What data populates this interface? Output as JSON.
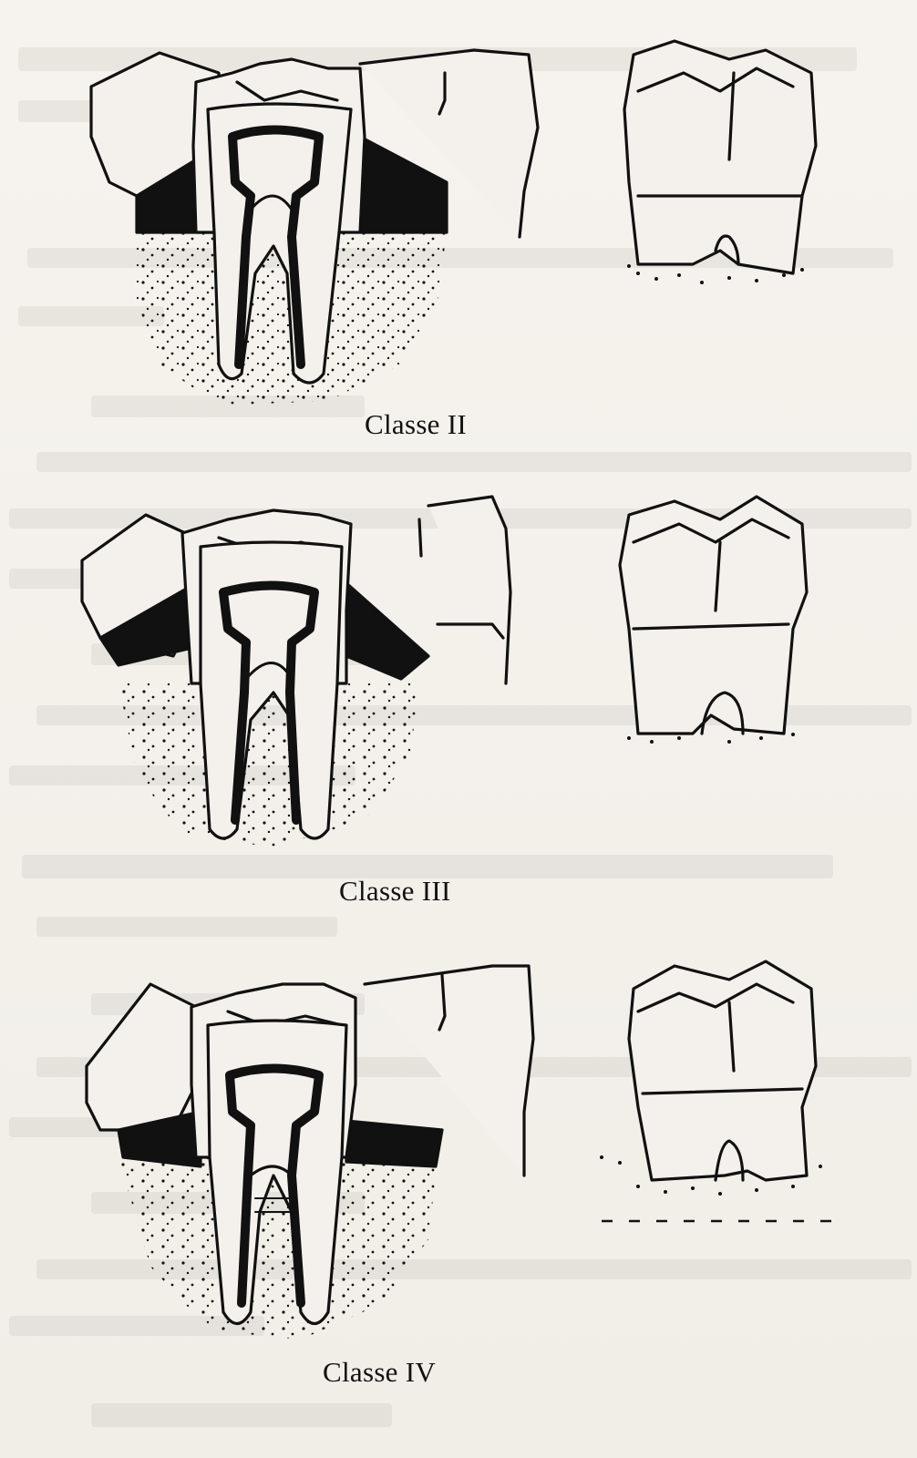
{
  "figures": [
    {
      "id": "classe-2",
      "caption": "Classe II"
    },
    {
      "id": "classe-3",
      "caption": "Classe III"
    },
    {
      "id": "classe-4",
      "caption": "Classe IV"
    }
  ],
  "colors": {
    "ink": "#111111",
    "paper": "#f4f1ec",
    "bleed_through": "#8a847c"
  }
}
